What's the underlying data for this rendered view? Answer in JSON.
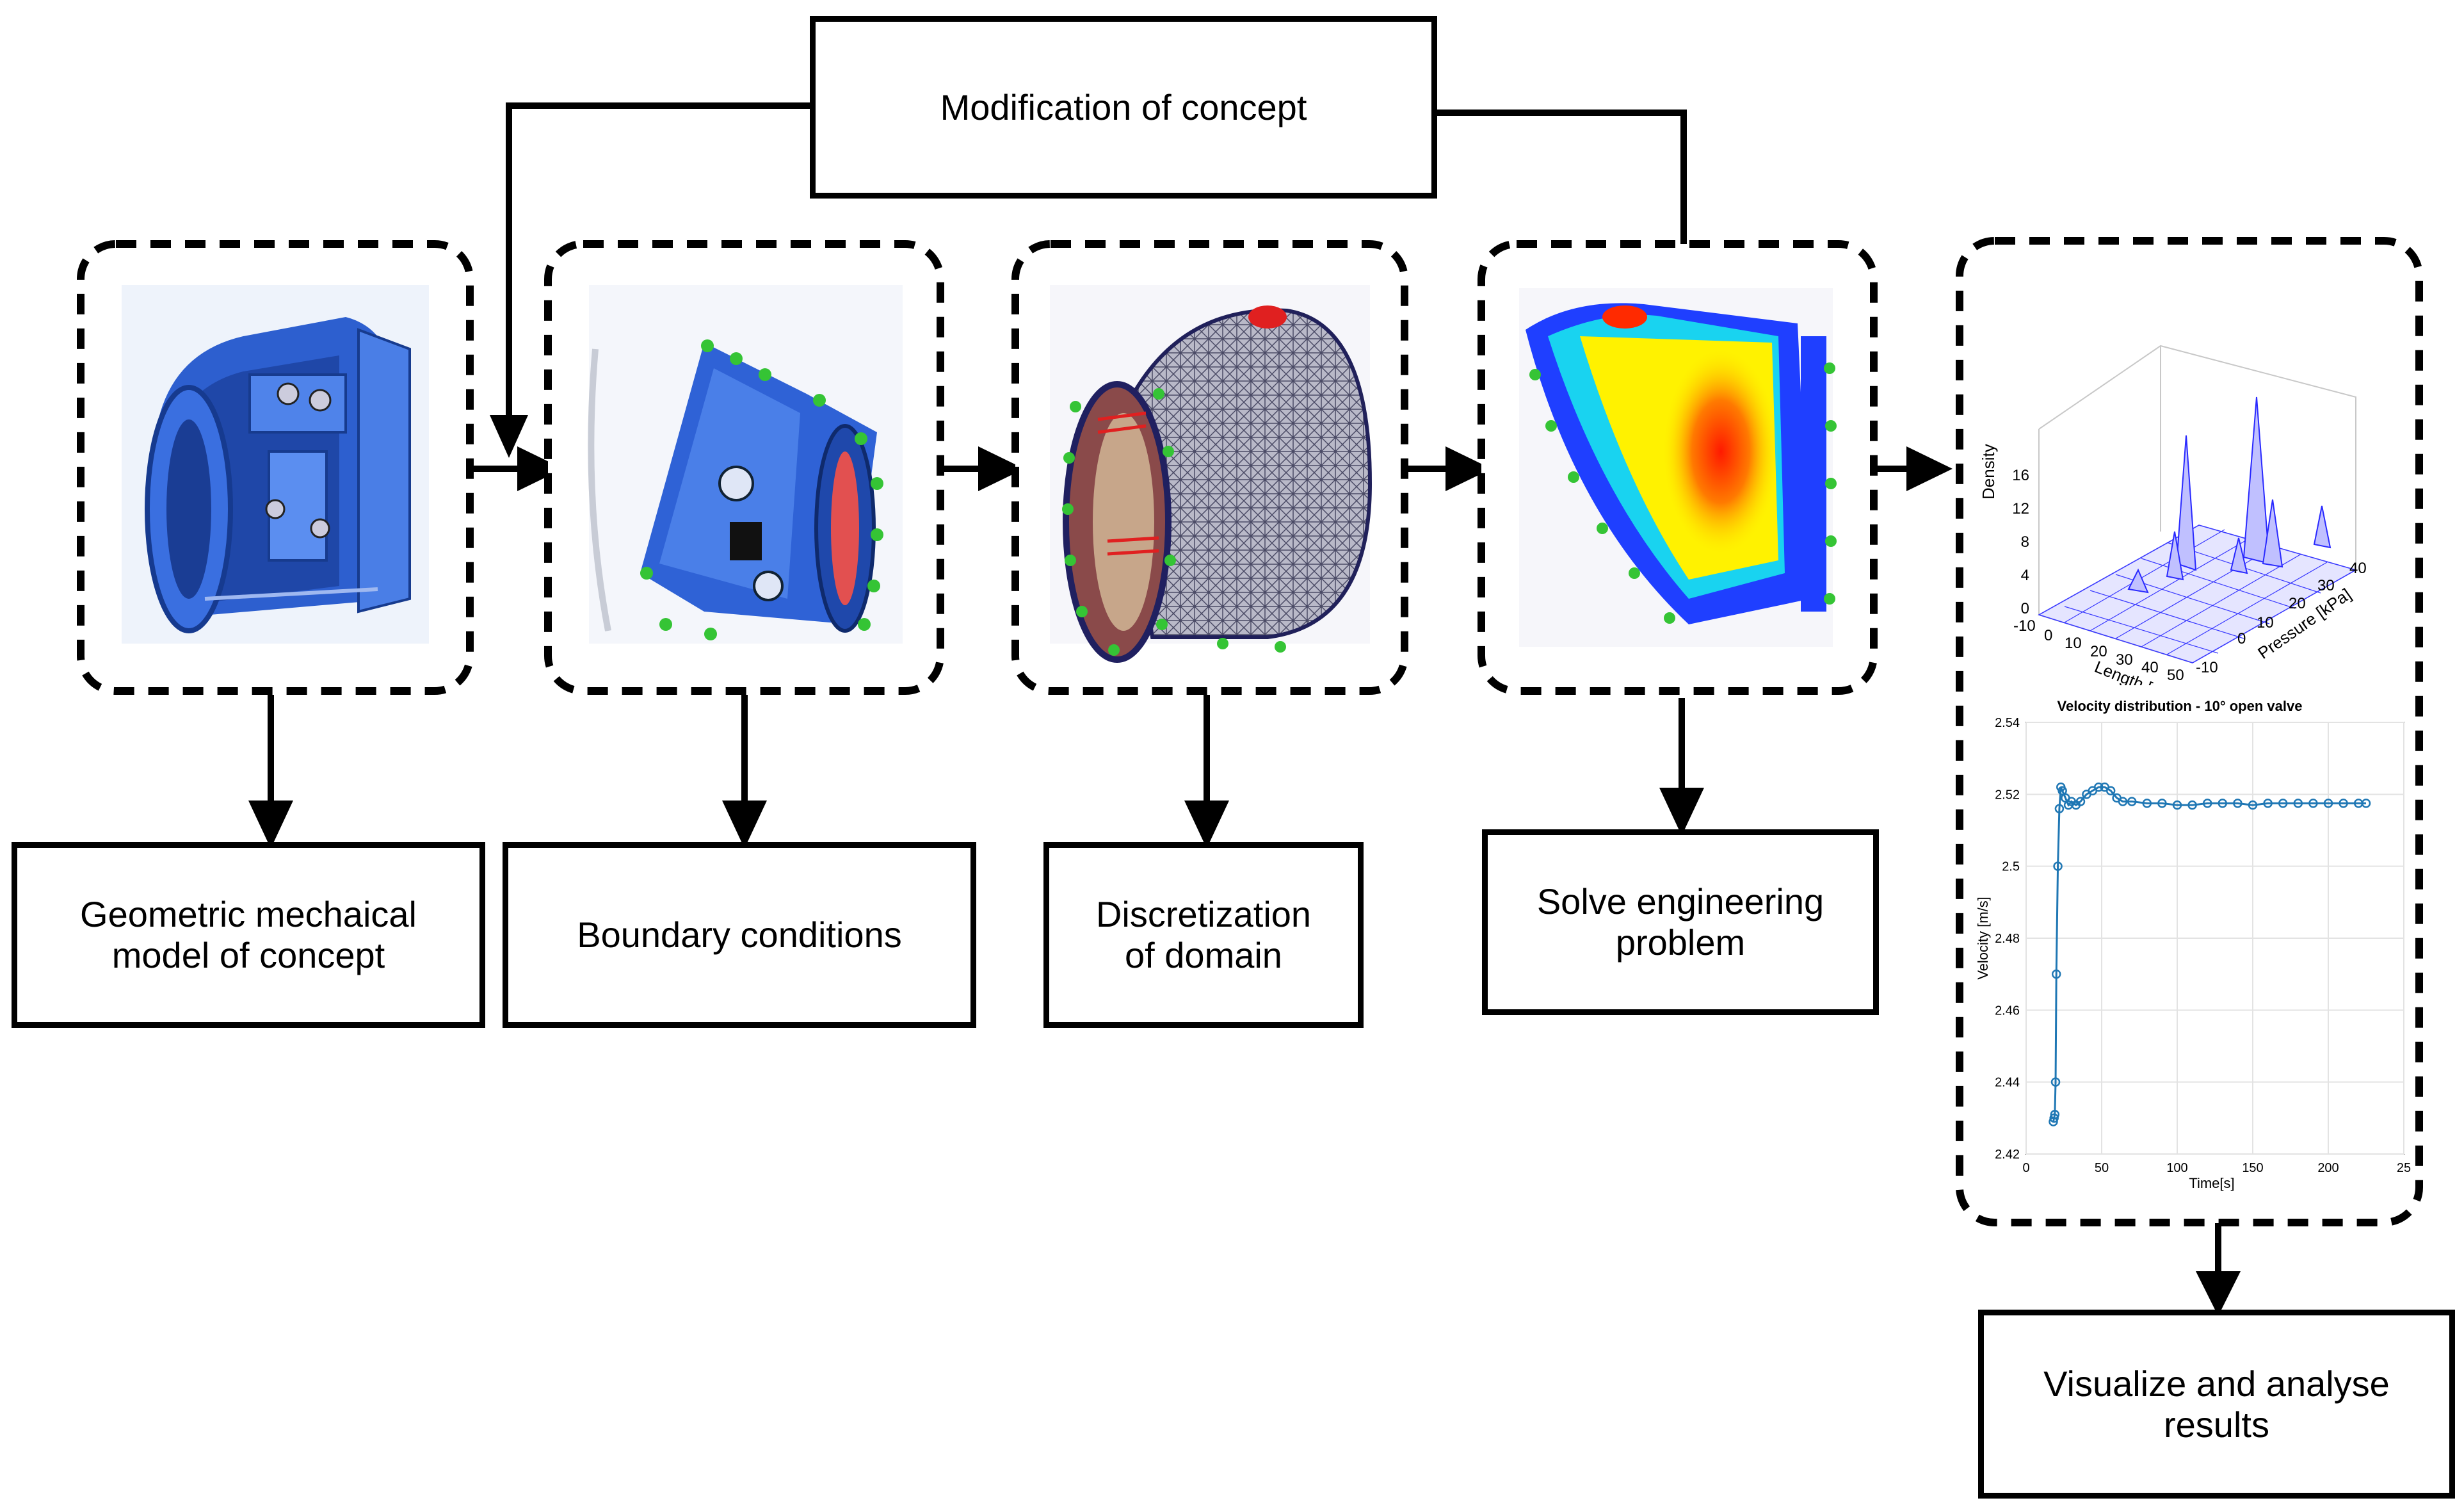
{
  "boxes": {
    "modification": "Modification of concept",
    "geometric_l1": "Geometric mechaical",
    "geometric_l2": "model of concept",
    "boundary": "Boundary conditions",
    "discretization_l1": "Discretization",
    "discretization_l2": "of domain",
    "solve_l1": "Solve engineering",
    "solve_l2": "problem",
    "visualize_l1": "Visualize and analyse",
    "visualize_l2": "results"
  },
  "plot3d": {
    "zlabel": "Density",
    "xlabel": "Length [m]",
    "ylabel": "Pressure [kPa]",
    "z_ticks": [
      "0",
      "4",
      "8",
      "12",
      "16"
    ],
    "x_ticks": [
      "-10",
      "0",
      "10",
      "20",
      "30",
      "40",
      "50"
    ],
    "y_ticks": [
      "-10",
      "0",
      "10",
      "20",
      "30",
      "40"
    ]
  },
  "chart_data": {
    "type": "line",
    "title": "Velocity distribution - 10° open valve",
    "xlabel": "Time[s]",
    "ylabel": "Velocity [m/s]",
    "xlim": [
      0,
      250
    ],
    "ylim": [
      2.42,
      2.54
    ],
    "x_ticks": [
      "0",
      "50",
      "100",
      "150",
      "200",
      "25"
    ],
    "y_ticks": [
      "2.42",
      "2.44",
      "2.46",
      "2.48",
      "2.5",
      "2.52",
      "2.54"
    ],
    "grid": true,
    "series": [
      {
        "color": "#1f77b4",
        "x": [
          18,
          18.5,
          19,
          19.5,
          20,
          21,
          22,
          23,
          24,
          26,
          28,
          30,
          33,
          36,
          40,
          44,
          48,
          52,
          56,
          60,
          64,
          70,
          80,
          90,
          100,
          110,
          120,
          130,
          140,
          150,
          160,
          170,
          180,
          190,
          200,
          210,
          220,
          225
        ],
        "y": [
          2.429,
          2.43,
          2.431,
          2.44,
          2.47,
          2.5,
          2.516,
          2.522,
          2.521,
          2.519,
          2.517,
          2.518,
          2.517,
          2.518,
          2.52,
          2.521,
          2.522,
          2.522,
          2.521,
          2.519,
          2.518,
          2.518,
          2.5175,
          2.5175,
          2.517,
          2.517,
          2.5175,
          2.5175,
          2.5175,
          2.517,
          2.5175,
          2.5175,
          2.5175,
          2.5175,
          2.5175,
          2.5175,
          2.5175,
          2.5175
        ]
      }
    ]
  }
}
